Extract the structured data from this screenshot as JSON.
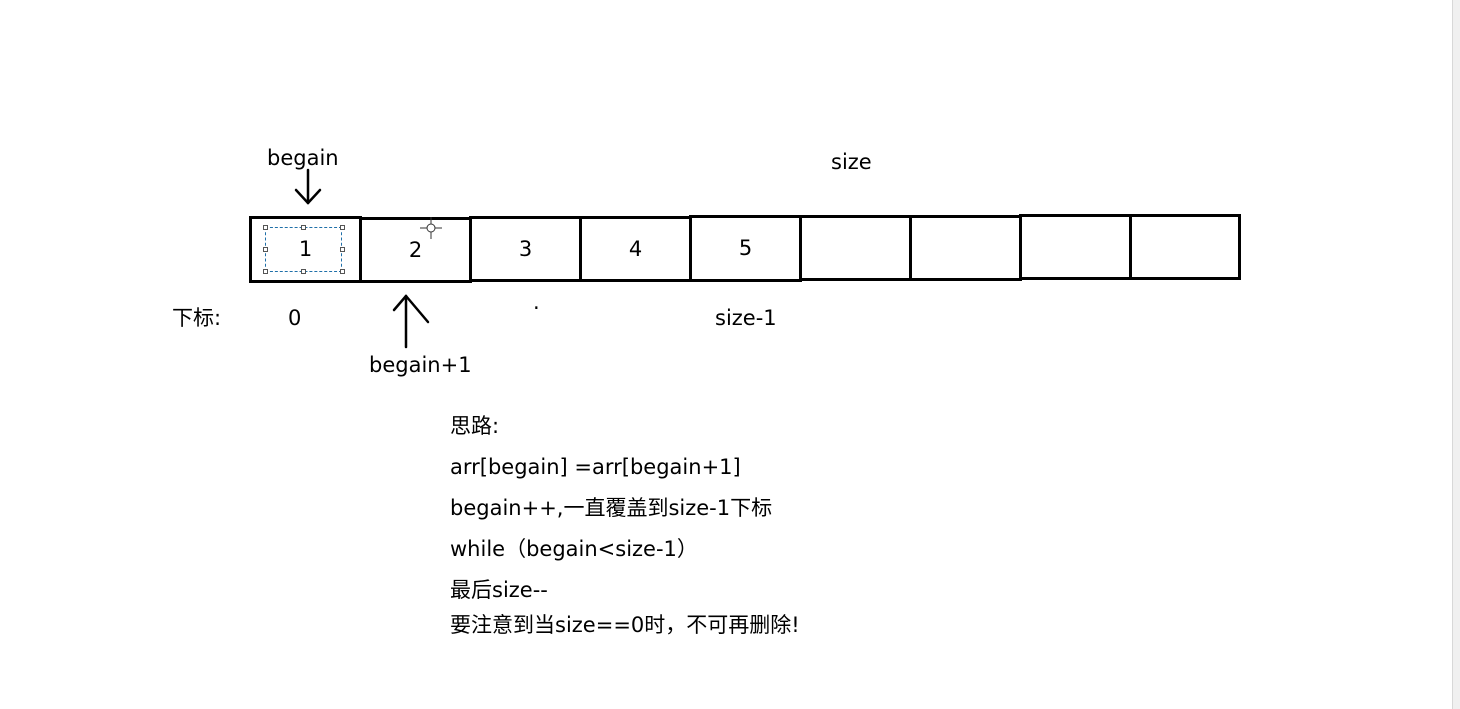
{
  "labels": {
    "pointer_top": "begain",
    "size_top": "size",
    "index_prefix": "下标:",
    "index_0": "0",
    "index_last": "size-1",
    "pointer_bottom": "begain+1",
    "dot": "."
  },
  "array_cells": [
    "1",
    "2",
    "3",
    "4",
    "5",
    "",
    "",
    "",
    ""
  ],
  "notes": [
    "思路:",
    "arr[begain] =arr[begain+1]",
    "begain++,一直覆盖到size-1下标",
    "while（begain<size-1）",
    "最后size--",
    "要注意到当size==0时，不可再删除!"
  ]
}
